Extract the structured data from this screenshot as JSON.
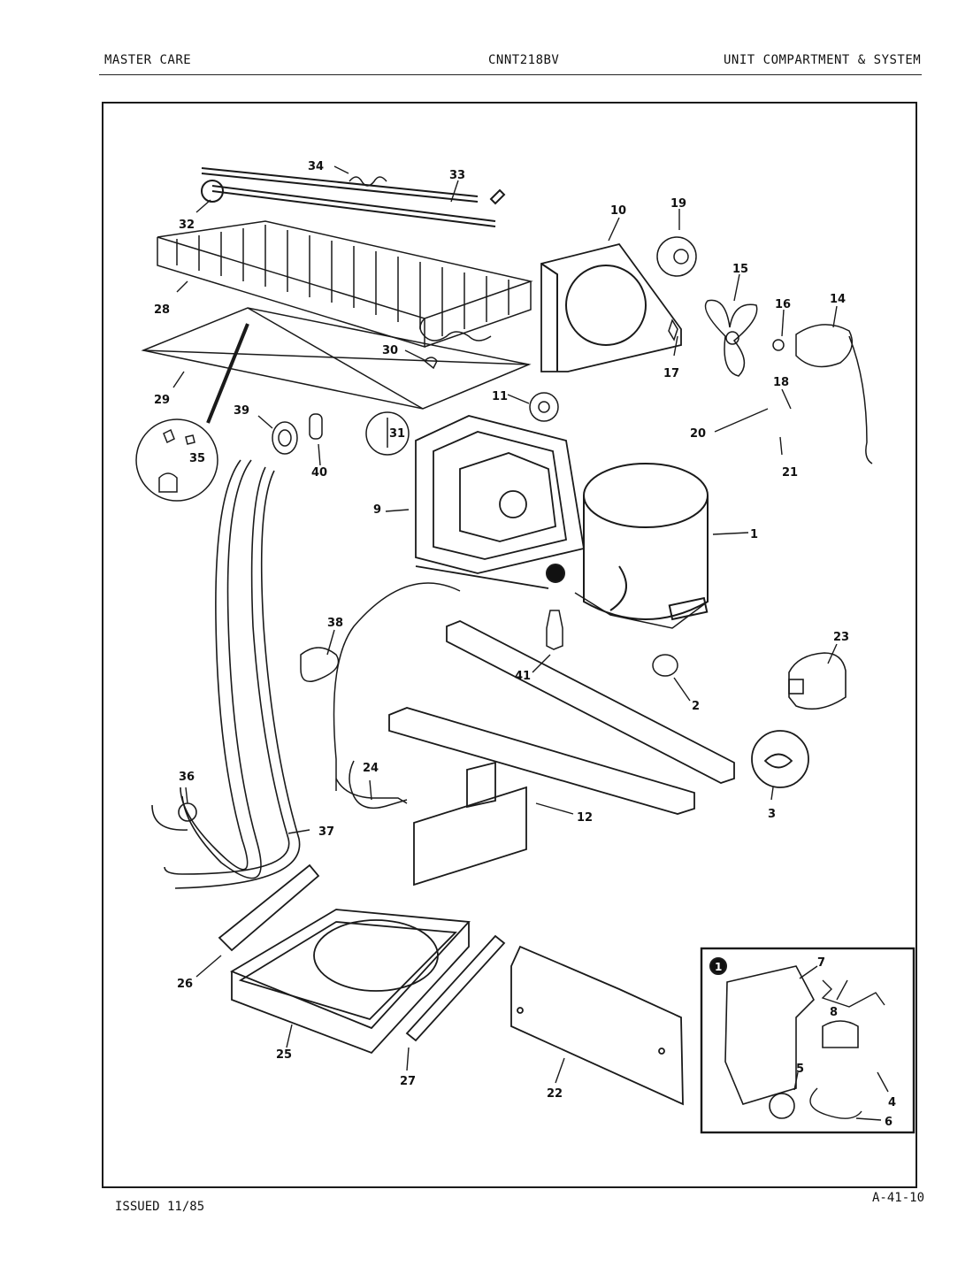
{
  "header": {
    "left": "MASTER CARE",
    "center": "CNNT218BV",
    "right": "UNIT COMPARTMENT & SYSTEM"
  },
  "footer": {
    "issued": "ISSUED 11/85",
    "code": "A-41-10"
  },
  "callouts": [
    "34",
    "33",
    "32",
    "28",
    "10",
    "19",
    "15",
    "16",
    "14",
    "17",
    "30",
    "29",
    "11",
    "18",
    "20",
    "21",
    "39",
    "40",
    "31",
    "35",
    "9",
    "1",
    "38",
    "41",
    "2",
    "23",
    "24",
    "3",
    "36",
    "37",
    "12",
    "26",
    "25",
    "27",
    "22",
    "7",
    "8",
    "5",
    "4",
    "6"
  ],
  "inset": {
    "marker": "1"
  }
}
